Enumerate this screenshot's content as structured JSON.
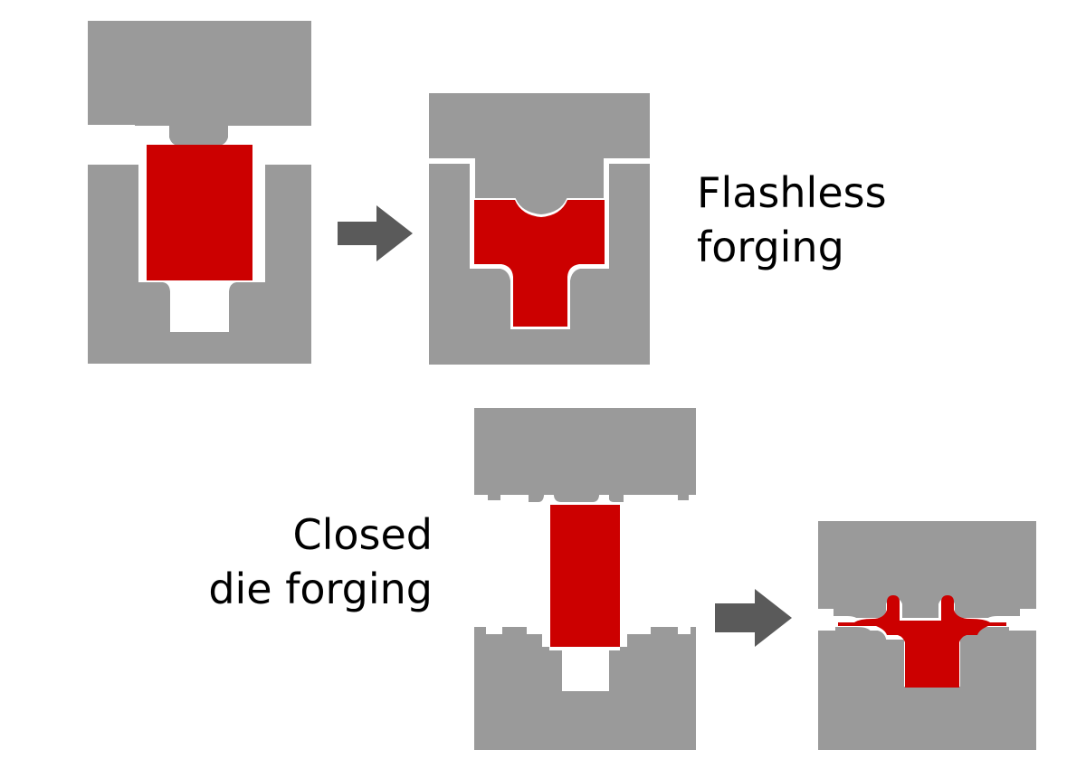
{
  "labels": {
    "flashless": {
      "line1": "Flashless",
      "line2": "forging"
    },
    "closed_die": {
      "line1": "Closed",
      "line2": "die forging"
    }
  },
  "colors": {
    "die": "#9a9a9a",
    "workpiece": "#cc0000",
    "arrow": "#5a5a5a",
    "background": "#ffffff"
  }
}
